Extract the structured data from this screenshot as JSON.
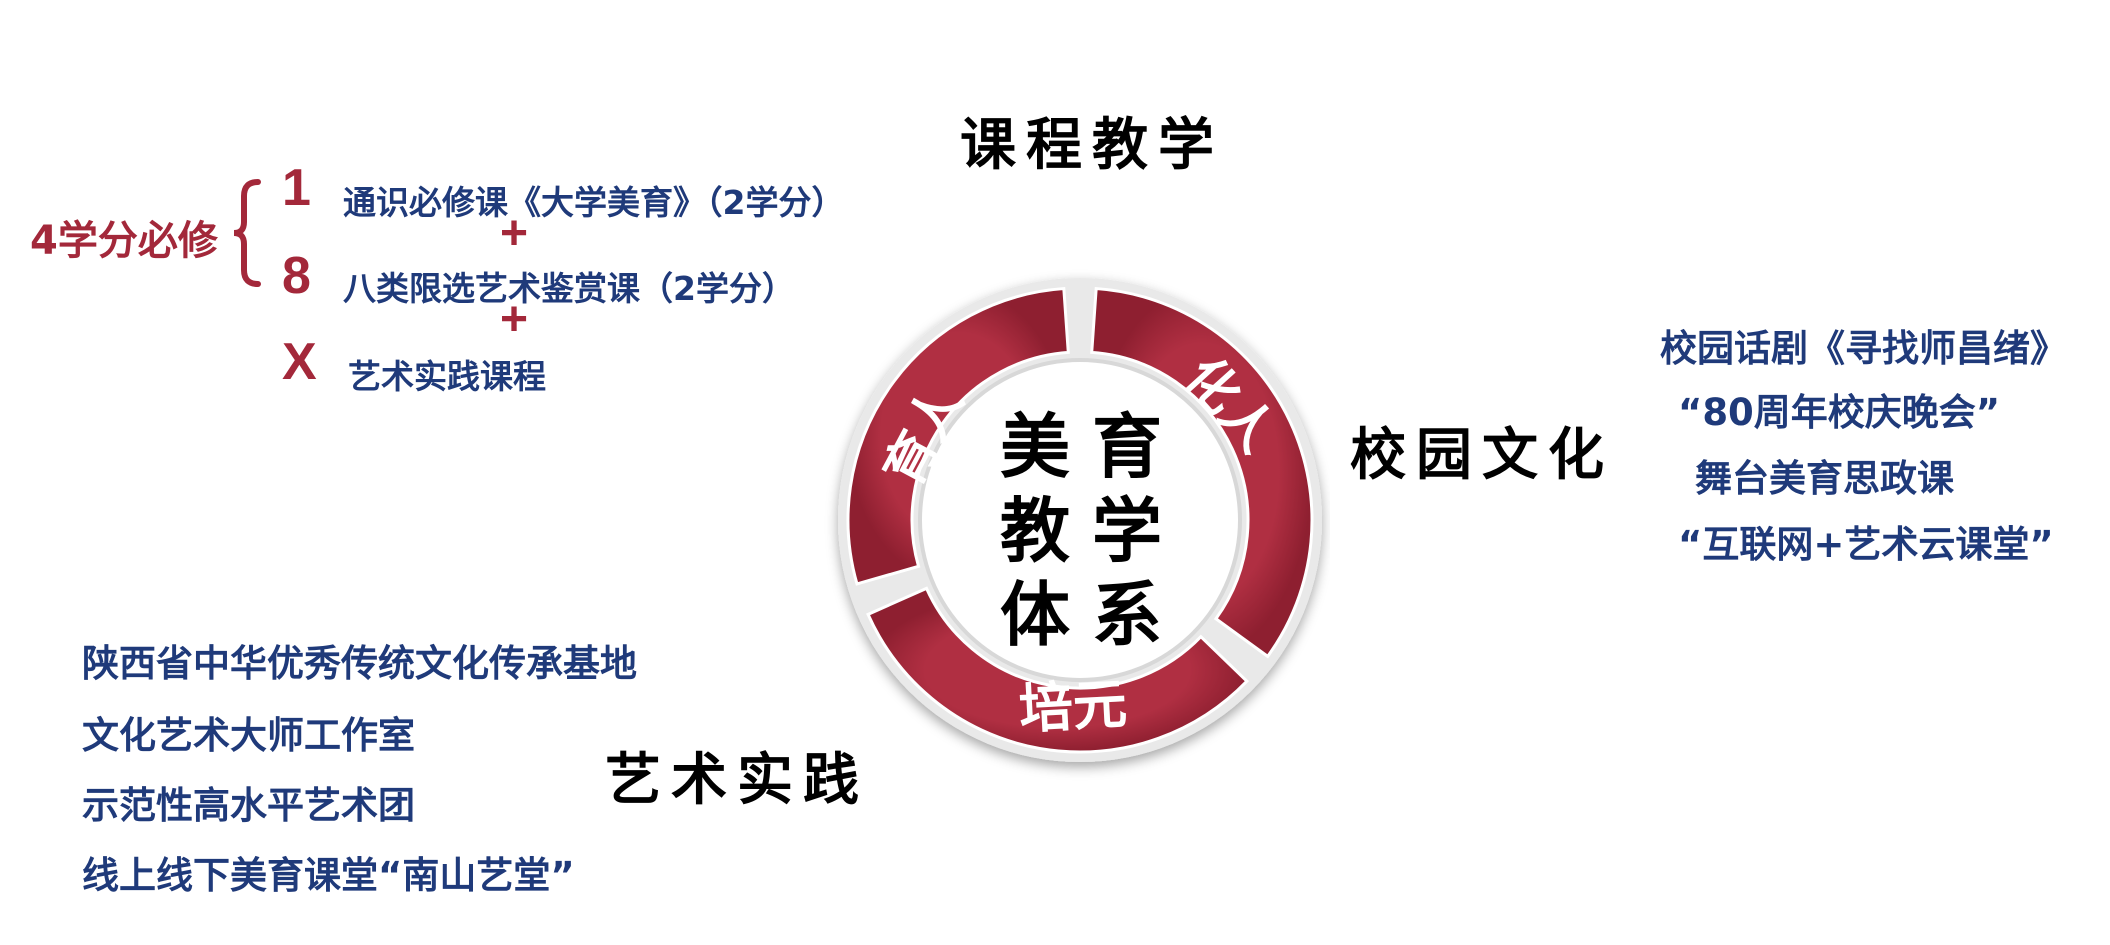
{
  "headings": {
    "course_teaching": "课程教学",
    "campus_culture": "校园文化",
    "art_practice": "艺术实践"
  },
  "center": {
    "lines": [
      "美育",
      "教学",
      "体系"
    ],
    "segments": {
      "left": "育人",
      "right": "化人",
      "bottom": "培元"
    }
  },
  "course": {
    "requirement": "4学分必修",
    "items": [
      {
        "symbol": "1",
        "text": "通识必修课《大学美育》（2学分）"
      },
      {
        "symbol": "8",
        "text": "八类限选艺术鉴赏课（2学分）"
      },
      {
        "symbol": "X",
        "text": "艺术实践课程"
      }
    ],
    "plus": "+"
  },
  "campus_culture_items": [
    "校园话剧《寻找师昌绪》",
    "“80周年校庆晚会”",
    "舞台美育思政课",
    "“互联网+艺术云课堂”"
  ],
  "art_practice_items": [
    "陕西省中华优秀传统文化传承基地",
    "文化艺术大师工作室",
    "示范性高水平艺术团",
    "线上线下美育课堂“南山艺堂”"
  ],
  "colors": {
    "ring_red": "#a3283a",
    "navy_text": "#1f3a7a",
    "accent_red": "#a3283a"
  }
}
